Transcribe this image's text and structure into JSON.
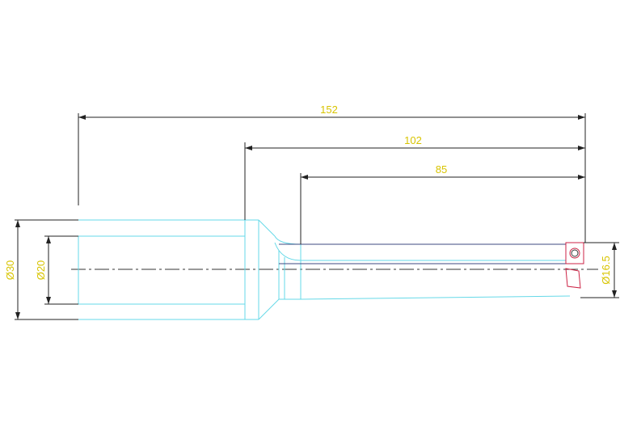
{
  "drawing": {
    "colors": {
      "background": "#ffffff",
      "outline": "#66d9e8",
      "dimension": "#222222",
      "dimension_text": "#d8c400",
      "centerline": "#333333",
      "insert": "#cc2244"
    },
    "dimensions": {
      "overall_length": "152",
      "flute_start_length": "102",
      "flute_length": "85",
      "shank_diameter": "Ø30",
      "bore_diameter": "Ø20",
      "cutting_diameter": "Ø16.5"
    }
  }
}
